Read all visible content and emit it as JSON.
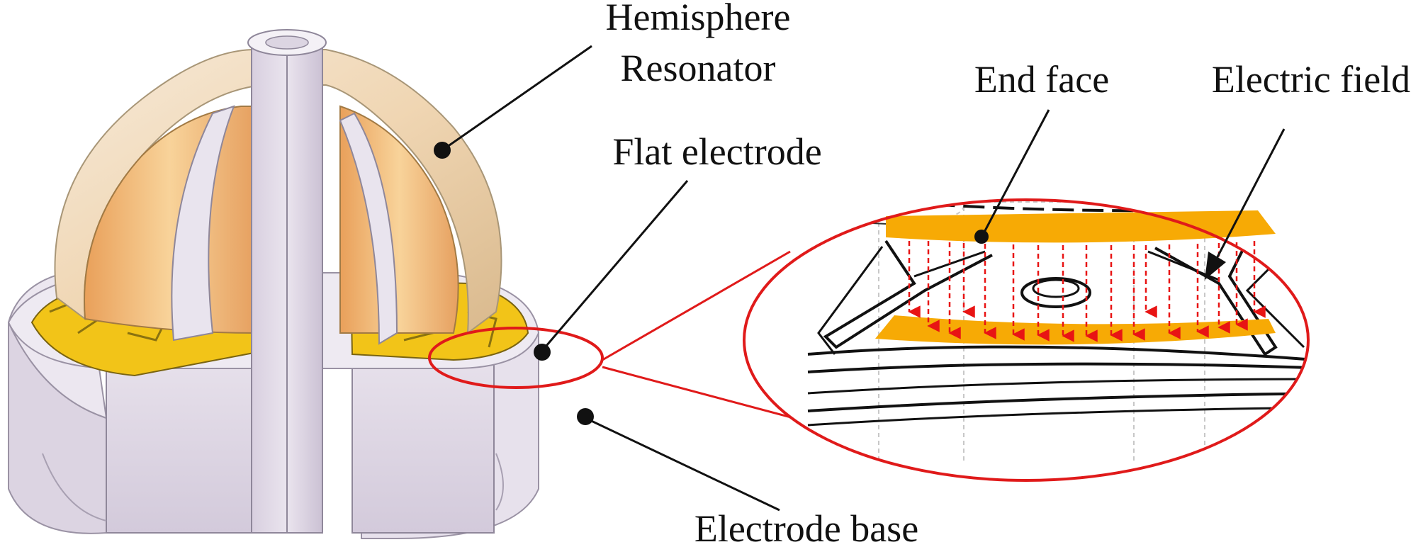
{
  "labels": {
    "hemisphere_resonator_line1": "Hemisphere",
    "hemisphere_resonator_line2": "Resonator",
    "flat_electrode": "Flat electrode",
    "electrode_base": "Electrode base",
    "end_face": "End face",
    "electric_field": "Electric field"
  },
  "colors": {
    "electrode_gold": "#f2c418",
    "end_face_orange": "#f7aa05",
    "field_arrow_red": "#e81414",
    "highlight_ellipse_red": "#e01a1a",
    "resonator_shell": "#f0d6b3",
    "base_lavender": "#ddd5e3"
  },
  "icons": [
    "hemisphere-resonator",
    "flat-electrode",
    "electrode-base",
    "zoom-detail-ellipse",
    "electric-field-arrows"
  ]
}
